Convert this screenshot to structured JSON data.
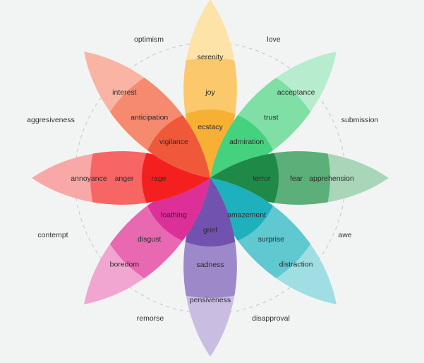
{
  "petals": [
    {
      "id": "joy",
      "colors": [
        "#fde3a8",
        "#fbc96b",
        "#f7b034"
      ],
      "labels": [
        "serenity",
        "joy",
        "ecstacy"
      ]
    },
    {
      "id": "trust",
      "colors": [
        "#b7edce",
        "#7fdfa4",
        "#44d27f"
      ],
      "labels": [
        "acceptance",
        "trust",
        "admiration"
      ]
    },
    {
      "id": "fear",
      "colors": [
        "#a9d5b8",
        "#5caf78",
        "#1f8a47"
      ],
      "labels": [
        "apprehension",
        "fear",
        "terror"
      ]
    },
    {
      "id": "surprise",
      "colors": [
        "#9fdfe4",
        "#5fc8d0",
        "#1eb1bd"
      ],
      "labels": [
        "distraction",
        "surprise",
        "amazement"
      ]
    },
    {
      "id": "sadness",
      "colors": [
        "#c9bde2",
        "#9d88c9",
        "#7152af"
      ],
      "labels": [
        "pensiveness",
        "sadness",
        "grief"
      ]
    },
    {
      "id": "disgust",
      "colors": [
        "#f1a6d2",
        "#e868b2",
        "#dc2f98"
      ],
      "labels": [
        "boredom",
        "disgust",
        "loathing"
      ]
    },
    {
      "id": "anger",
      "colors": [
        "#f9a8a8",
        "#f86565",
        "#f42020"
      ],
      "labels": [
        "annoyance",
        "anger",
        "rage"
      ]
    },
    {
      "id": "anticipation",
      "colors": [
        "#f9b4a3",
        "#f58a6f",
        "#f0583a"
      ],
      "labels": [
        "interest",
        "anticipation",
        "vigilance"
      ]
    }
  ],
  "dyads": [
    "love",
    "submission",
    "awe",
    "disapproval",
    "remorse",
    "contempt",
    "aggresiveness",
    "optimism"
  ]
}
